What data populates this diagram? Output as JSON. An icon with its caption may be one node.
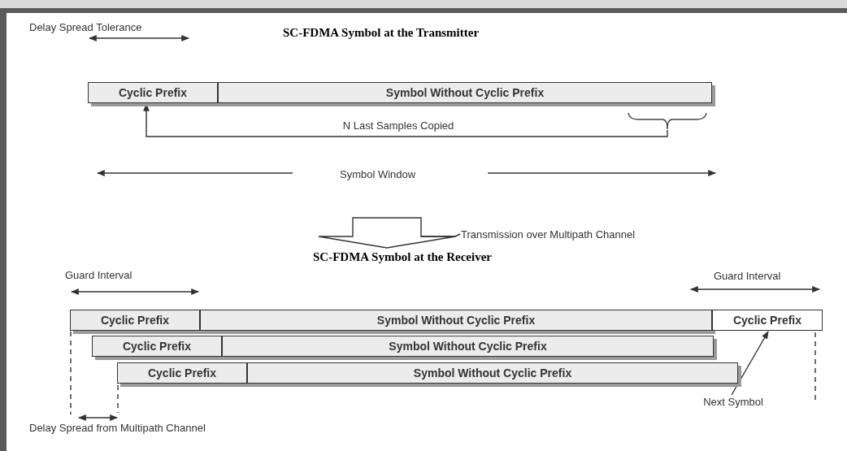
{
  "diagram": {
    "nodes": [
      {
        "text": [
          "Cyclic Prefix"
        ]
      },
      {
        "text": [
          "Symbol Without Cyclic Prefix"
        ]
      },
      {
        "text": [],
        "shape": "brace"
      },
      {
        "text": [
          "Cyclic Prefix"
        ]
      },
      {
        "text": [
          "Symbol Without Cyclic Prefix"
        ]
      },
      {
        "text": [
          "Cyclic Prefix"
        ]
      },
      {
        "text": [
          "Cyclic Prefix"
        ]
      },
      {
        "text": [
          "Symbol Without Cyclic Prefix"
        ]
      },
      {
        "text": [
          "Cyclic Prefix"
        ]
      },
      {
        "text": [
          "Symbol Without Cyclic Prefix"
        ]
      },
      {
        "text": [
          "Next Symbol"
        ]
      }
    ],
    "edges": [
      {
        "from": 2,
        "to": 0,
        "arrow": "to",
        "label": "N Last Samples Copied"
      },
      {
        "from": 10,
        "to": 5,
        "arrow": "to"
      }
    ],
    "labels": [
      "Delay Spread Tolerance",
      "SC-FDMA Symbol at the Transmitter",
      "Symbol Window",
      "Transmission over Multipath Channel",
      "SC-FDMA Symbol at the Receiver",
      "Guard Interval",
      "Guard Interval",
      "Delay Spread from Multipath Channel"
    ]
  }
}
